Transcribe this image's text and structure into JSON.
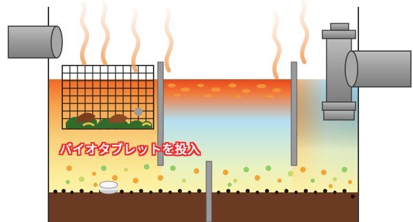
{
  "label": "バイオタブレットを投入",
  "colors": {
    "flame": "#f5a25a",
    "soil": "#6b3a22",
    "pipe": "#a3a3a3",
    "fire_top": "#e8481a",
    "water": "#a8dcef",
    "label_outline": "#ff2424"
  },
  "icons": [
    "exhaust-pipe-left",
    "exhaust-pipe-right",
    "grill-rack",
    "bio-tablet",
    "heat-waves"
  ]
}
